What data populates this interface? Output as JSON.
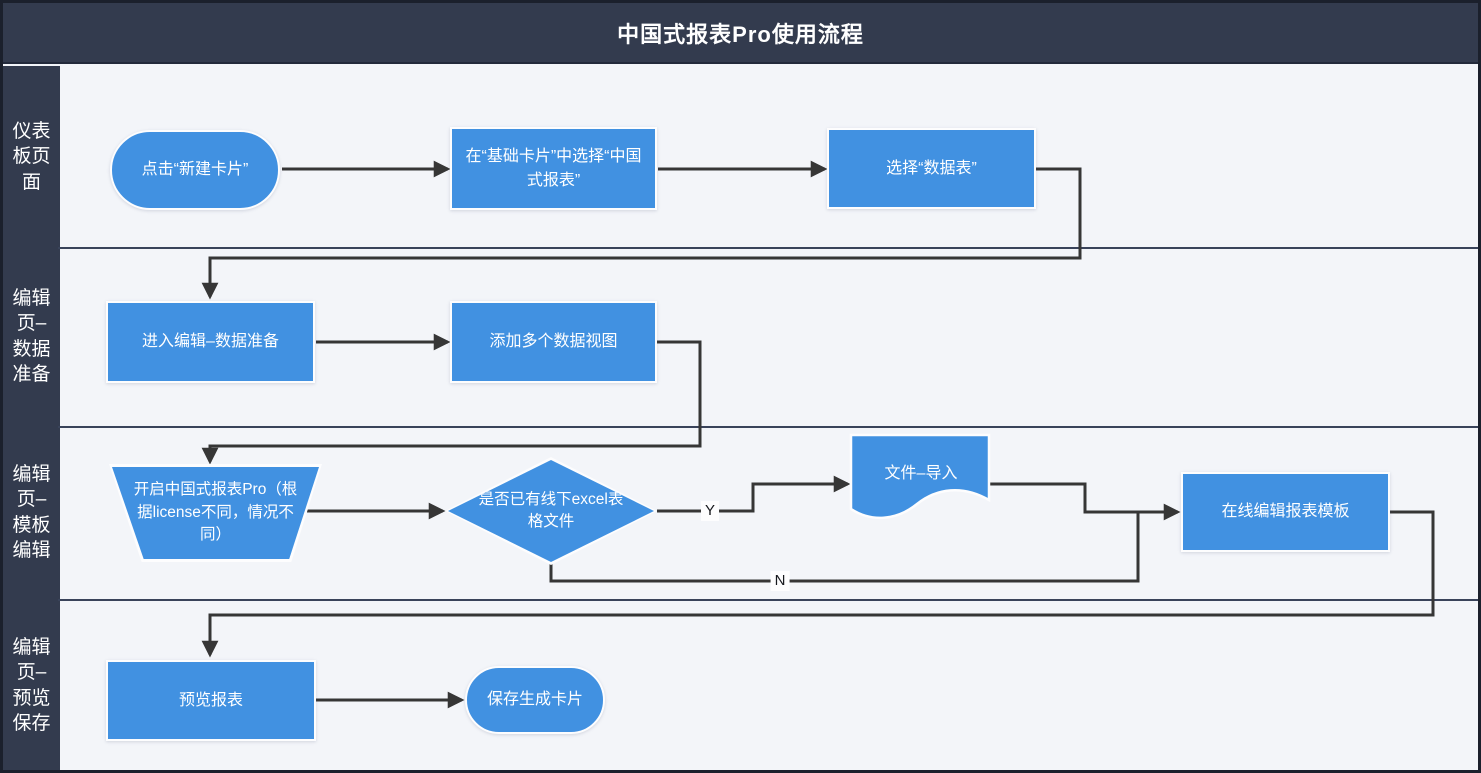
{
  "title": "中国式报表Pro使用流程",
  "colors": {
    "header_bg": "#333b4e",
    "canvas_bg": "#f3f5f9",
    "node_fill": "#4191e1",
    "node_text": "#ffffff",
    "connector": "#363636",
    "lane_separator": "#39435a"
  },
  "lanes": [
    {
      "label": "仪表板页面"
    },
    {
      "label": "编辑页–数据准备"
    },
    {
      "label": "编辑页–模板编辑"
    },
    {
      "label": "编辑页–预览保存"
    }
  ],
  "nodes": [
    {
      "id": "click-new-card",
      "type": "stadium",
      "lane": 0,
      "label": "点击“新建卡片”"
    },
    {
      "id": "choose-basic-card",
      "type": "process",
      "lane": 0,
      "label": "在“基础卡片”中选择“中国式报表”"
    },
    {
      "id": "choose-data-table",
      "type": "process",
      "lane": 0,
      "label": "选择“数据表”"
    },
    {
      "id": "enter-edit-data",
      "type": "process",
      "lane": 1,
      "label": "进入编辑–数据准备"
    },
    {
      "id": "add-data-views",
      "type": "process",
      "lane": 1,
      "label": "添加多个数据视图"
    },
    {
      "id": "enable-report-pro",
      "type": "trapezoid",
      "lane": 2,
      "label": "开启中国式报表Pro（根据license不同，情况不同）"
    },
    {
      "id": "has-excel-file",
      "type": "decision",
      "lane": 2,
      "label": "是否已有线下excel表格文件"
    },
    {
      "id": "file-import",
      "type": "document",
      "lane": 2,
      "label": "文件–导入"
    },
    {
      "id": "online-edit-template",
      "type": "process",
      "lane": 2,
      "label": "在线编辑报表模板"
    },
    {
      "id": "preview-report",
      "type": "process",
      "lane": 3,
      "label": "预览报表"
    },
    {
      "id": "save-generate-card",
      "type": "stadium",
      "lane": 3,
      "label": "保存生成卡片"
    }
  ],
  "edge_labels": {
    "yes": "Y",
    "no": "N"
  }
}
